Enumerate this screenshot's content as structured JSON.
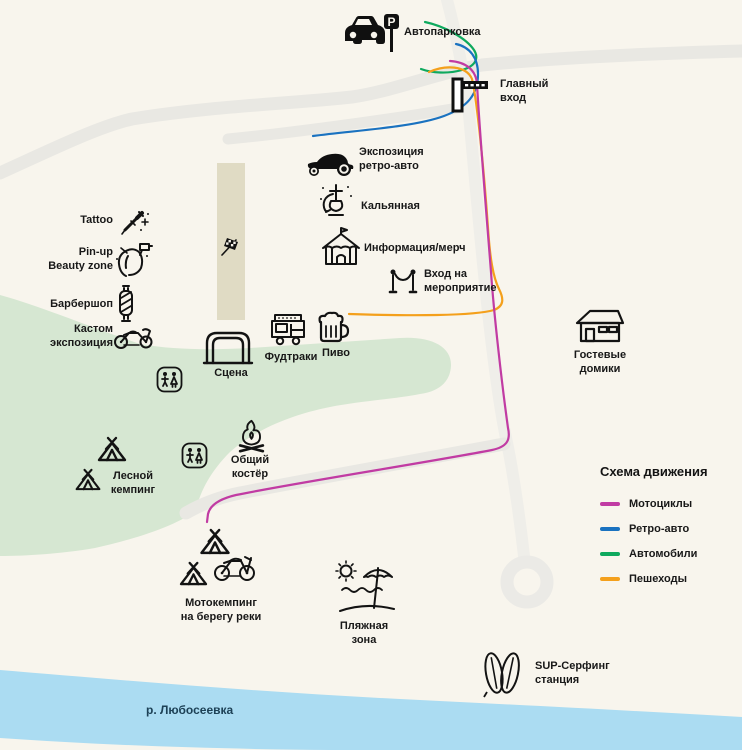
{
  "colors": {
    "background": "#f8f5ed",
    "road": "#e9e8e3",
    "road_faint": "#efeee9",
    "roundabout": "#ebeae6",
    "green_area": "#d6e7d2",
    "river": "#abdcf2",
    "strip": "#e0dbc4",
    "moto": "#c13ba3",
    "retro": "#1a72c0",
    "cars": "#0ea95e",
    "pedestrians": "#f4a01c",
    "text": "#181818",
    "river_text": "#1d4156"
  },
  "pois": {
    "parking": {
      "label": "Автопарковка",
      "p": "P"
    },
    "main_entrance": {
      "line1": "Главный",
      "line2": "вход"
    },
    "retro_expo": {
      "line1": "Экспозиция",
      "line2": "ретро-авто"
    },
    "hookah": {
      "label": "Кальянная"
    },
    "info_merch": {
      "label": "Информация/мерч"
    },
    "event_entrance": {
      "line1": "Вход на",
      "line2": "мероприятие"
    },
    "tattoo": {
      "label": "Tattoo"
    },
    "pinup": {
      "line1": "Pin-up",
      "line2": "Beauty zone"
    },
    "barbershop": {
      "label": "Барбершоп"
    },
    "custom_expo": {
      "line1": "Кастом",
      "line2": "экспозиция"
    },
    "stage": {
      "label": "Сцена"
    },
    "foodtrucks": {
      "label": "Фудтраки"
    },
    "beer": {
      "label": "Пиво"
    },
    "guest_houses": {
      "line1": "Гостевые",
      "line2": "домики"
    },
    "bonfire": {
      "line1": "Общий",
      "line2": "костёр"
    },
    "forest_camp": {
      "line1": "Лесной",
      "line2": "кемпинг"
    },
    "moto_camp": {
      "line1": "Мотокемпинг",
      "line2": "на берегу реки"
    },
    "beach": {
      "line1": "Пляжная",
      "line2": "зона"
    },
    "sup": {
      "line1": "SUP-Серфинг",
      "line2": "станция"
    },
    "river": {
      "label": "р. Любосеевка"
    }
  },
  "legend": {
    "title": "Схема движения",
    "items": [
      {
        "label": "Мотоциклы",
        "color": "#c13ba3"
      },
      {
        "label": "Ретро-авто",
        "color": "#1a72c0"
      },
      {
        "label": "Автомобили",
        "color": "#0ea95e"
      },
      {
        "label": "Пешеходы",
        "color": "#f4a01c"
      }
    ]
  }
}
